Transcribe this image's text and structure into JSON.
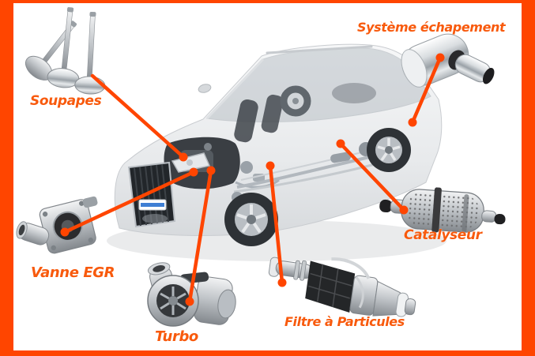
{
  "diagram": {
    "title_implied": "Pièces du système moteur et échappement",
    "accent_color": "#FF4500",
    "label_color": "#F85A0D",
    "background_color": "#FFFFFF",
    "parts": [
      {
        "id": "soupapes",
        "label": "Soupapes"
      },
      {
        "id": "systeme-echapement",
        "label": "Système échapement"
      },
      {
        "id": "vanne-egr",
        "label": "Vanne EGR"
      },
      {
        "id": "turbo",
        "label": "Turbo"
      },
      {
        "id": "catalyseur",
        "label": "Catalyseur"
      },
      {
        "id": "filtre-a-particules",
        "label": "Filtre à Particules"
      }
    ]
  }
}
